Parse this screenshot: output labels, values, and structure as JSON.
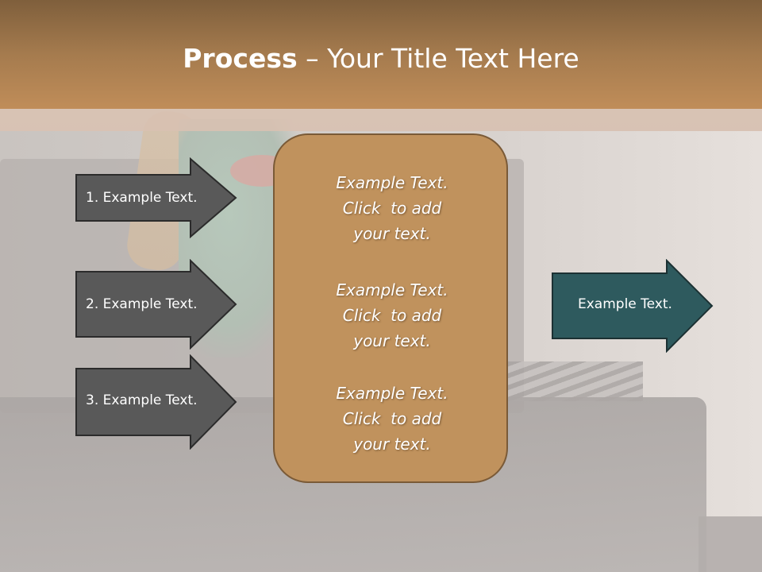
{
  "slide": {
    "title_bold": "Process",
    "title_rest": " – Your Title Text Here"
  },
  "left_arrows": [
    {
      "label": "1. Example Text."
    },
    {
      "label": "2. Example Text."
    },
    {
      "label": "3. Example Text."
    }
  ],
  "center_box": {
    "blocks": [
      {
        "line1": "Example Text.",
        "line2": "Click  to add",
        "line3": "your text."
      },
      {
        "line1": "Example Text.",
        "line2": "Click  to add",
        "line3": "your text."
      },
      {
        "line1": "Example Text.",
        "line2": "Click  to add",
        "line3": "your text."
      }
    ]
  },
  "right_arrow": {
    "label": "Example Text."
  },
  "colors": {
    "header": "#a57b4e",
    "left_arrow_fill": "#595959",
    "center_box_fill": "#c0925d",
    "right_arrow_fill": "#2e5a5e"
  }
}
